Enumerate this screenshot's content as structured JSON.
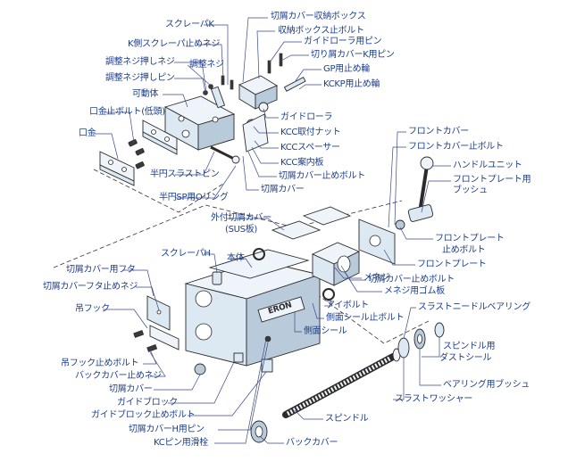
{
  "diagram": {
    "brand_text": "ERON",
    "labels": {
      "scraper_k": "スクレーパK",
      "chip_cover_box": "切屑カバー収納ボックス",
      "box_bolt": "収納ボックス止ボルト",
      "k_scraper_screw": "K側スクレーパ止めネジ",
      "guide_roller_pin": "ガイドローラ用ピン",
      "chip_cover_k_pin": "切り屑カバーK用ピン",
      "gp_ring": "GP用止め輪",
      "kckp_ring": "KCKP用止め輪",
      "adj_screw_nut": "調整ネジ押しネジ",
      "adj_screw": "調整ネジ",
      "adj_screw_pin": "調整ネジ押しピン",
      "movable_body": "可動体",
      "guide_roller": "ガイドローラ",
      "kcc_nut": "KCC取付ナット",
      "kcc_spacer": "KCCスペーサー",
      "kcc_guide_plate": "KCC案内板",
      "chip_cover_bolt_top": "切屑カバー止めボルト",
      "chip_cover_top": "切屑カバー",
      "jaw_bolt": "口金止ボルト(低頭)",
      "jaw": "口金",
      "half_thrust_pin": "半円スラストピン",
      "half_sp_oring": "半円SP用Oリング",
      "front_cover": "フロントカバー",
      "front_cover_bolt": "フロントカバー止ボルト",
      "handle_unit": "ハンドルユニット",
      "front_plate_bush_1": "フロントプレート用",
      "front_plate_bush_2": "ブッシュ",
      "outer_chip_cover_1": "外付切屑カバー",
      "outer_chip_cover_2": "(SUS板)",
      "front_plate_bolt_1": "フロントプレート",
      "front_plate_bolt_2": "止めボルト",
      "front_plate": "フロントプレート",
      "chip_cover_stop_bolt": "切屑カバー止めボルト",
      "scraper_h": "スクレーパH",
      "main_body": "本体",
      "female_screw": "メネジ",
      "female_screw_rubber": "メネジ用ゴム板",
      "chip_cover_lid": "切屑カバー用フタ",
      "chip_cover_lid_screw": "切屑カバーフタ止めネジ",
      "eye_bolt": "アイボルト",
      "side_seal_bolt": "側面シール止ボルト",
      "hook": "吊フック",
      "side_seal": "側面シール",
      "thrust_needle_bearing": "スラストニードルベアリング",
      "spindle_dust_seal_1": "スピンドル用",
      "spindle_dust_seal_2": "ダストシール",
      "hook_bolt": "吊フック止めボルト",
      "back_cover_screw": "バックカバー止めネジ",
      "bearing_bush": "ベアリング用ブッシュ",
      "chip_cover_bottom": "切屑カバー",
      "thrust_washer": "スラストワッシャー",
      "guide_block": "ガイドブロック",
      "guide_block_bolt": "ガイドブロック止めボルト",
      "spindle": "スピンドル",
      "chip_cover_h_pin": "切屑カバーH用ピン",
      "kc_pin_pulley": "KCピン用滑栓",
      "back_cover": "バックカバー"
    }
  }
}
